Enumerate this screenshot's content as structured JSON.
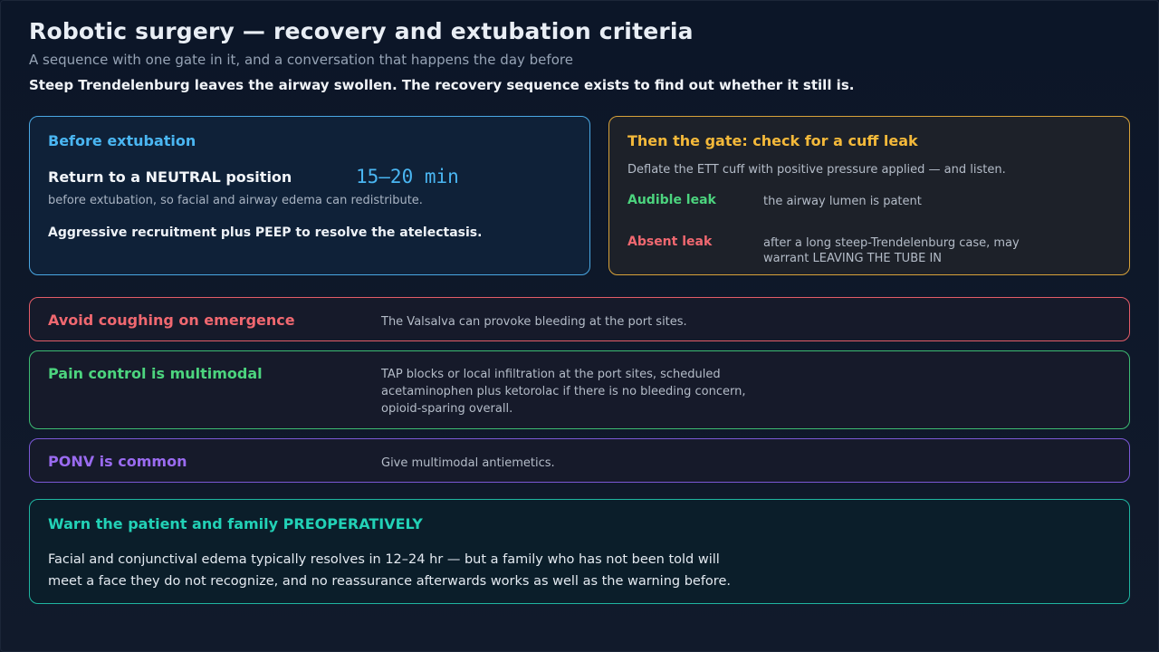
{
  "header": {
    "title": "Robotic surgery — recovery and extubation criteria",
    "subtitle": "A sequence with one gate in it, and a conversation that happens the day before",
    "lead": "Steep Trendelenburg leaves the airway swollen. The recovery sequence exists to find out whether it still is."
  },
  "before": {
    "heading": "Before extubation",
    "neutral": "Return to a NEUTRAL position",
    "duration": "15–20 min",
    "neutral_note": "before extubation, so facial and airway edema can redistribute.",
    "recruitment": "Aggressive recruitment plus PEEP to resolve the atelectasis."
  },
  "gate": {
    "heading": "Then the gate: check for a cuff leak",
    "intro": "Deflate the ETT cuff with positive pressure applied — and listen.",
    "outcomes": [
      {
        "label": "Audible leak",
        "desc": "the airway lumen is patent"
      },
      {
        "label": "Absent leak",
        "desc": "after a long steep-Trendelenburg case, may warrant LEAVING THE TUBE IN"
      }
    ]
  },
  "rows": {
    "cough": {
      "heading": "Avoid coughing on emergence",
      "desc": "The Valsalva can provoke bleeding at the port sites."
    },
    "pain": {
      "heading": "Pain control is multimodal",
      "desc": "TAP blocks or local infiltration at the port sites, scheduled acetaminophen plus ketorolac if there is no bleeding concern, opioid-sparing overall."
    },
    "ponv": {
      "heading": "PONV is common",
      "desc": "Give multimodal antiemetics."
    }
  },
  "warn": {
    "heading": "Warn the patient and family PREOPERATIVELY",
    "body": "Facial and conjunctival edema typically resolves in 12–24 hr — but a family who has not been told will meet a face they do not recognize, and no reassurance afterwards works as well as the warning before."
  },
  "colors": {
    "blue": "#4ab6f2",
    "amber": "#f4b93a",
    "green": "#4cd47e",
    "red": "#f06870",
    "purple": "#9a6bf0",
    "teal": "#22d1b6"
  }
}
